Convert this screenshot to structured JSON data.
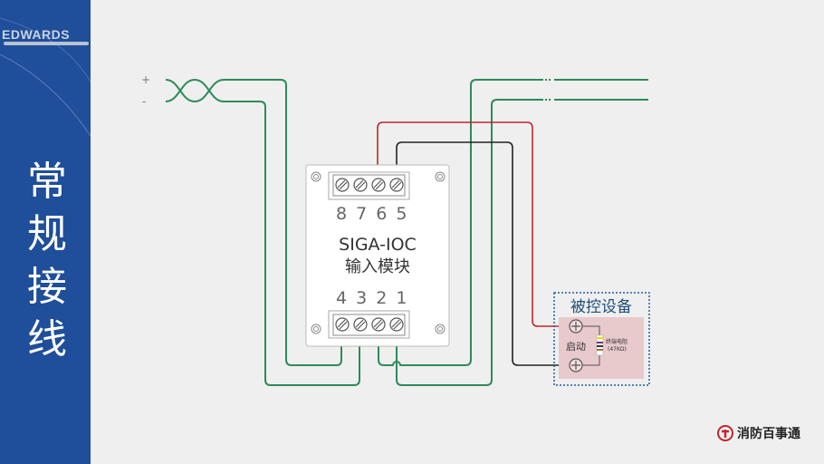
{
  "sidebar": {
    "logo": "EDWARDS",
    "title_chars": [
      "常",
      "规",
      "接",
      "线"
    ]
  },
  "loop": {
    "plus": "+",
    "minus": "-"
  },
  "module": {
    "top_terminals": "8 7 6 5",
    "name": "SIGA-IOC",
    "subtitle": "输入模块",
    "bottom_terminals": "4 3 2 1"
  },
  "device": {
    "title": "被控设备",
    "start_label": "启动",
    "resistor_label": "终端电阻",
    "resistor_value": "(47KΩ)"
  },
  "brand": {
    "name": "消防百事通"
  },
  "colors": {
    "sidebar": "#1f4e9a",
    "wire_green": "#2e8a5a",
    "wire_red": "#c0272d",
    "wire_black": "#222222",
    "device_bg": "#e8c9cc",
    "device_border": "#1f5fa0"
  }
}
